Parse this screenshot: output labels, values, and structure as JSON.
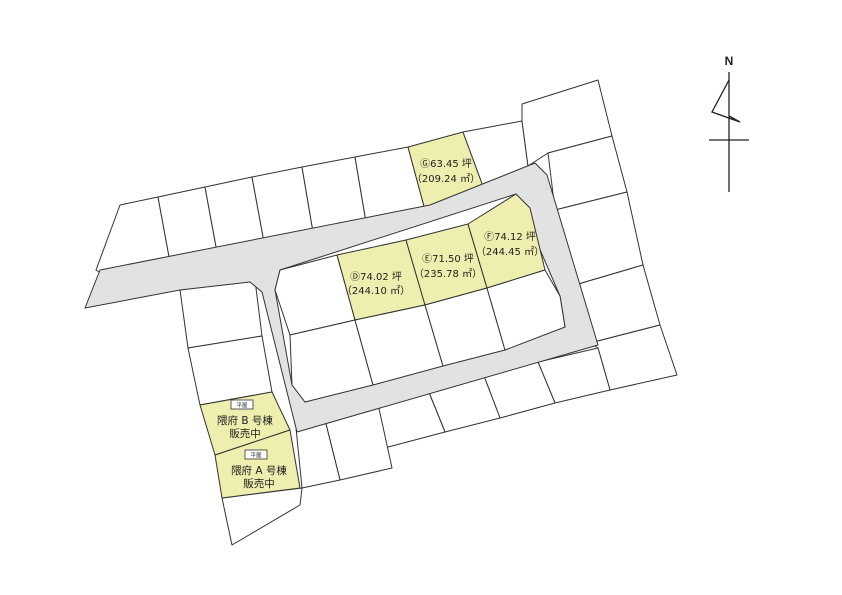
{
  "colors": {
    "highlight": "#eeeeaf",
    "road": "#e2e2e2",
    "line": "#333333"
  },
  "compass": {
    "label": "N",
    "icon": "north-arrow-icon"
  },
  "lots": {
    "G": {
      "area_tsubo": "Ⓖ63.45 坪",
      "area_sqm": "（209.24 ㎡）"
    },
    "D": {
      "area_tsubo": "Ⓓ74.02 坪",
      "area_sqm": "（244.10 ㎡）"
    },
    "E": {
      "area_tsubo": "Ⓔ71.50 坪",
      "area_sqm": "（235.78 ㎡）"
    },
    "F": {
      "area_tsubo": "Ⓕ74.12 坪",
      "area_sqm": "（244.45 ㎡）"
    },
    "B": {
      "tag": "平屋",
      "line1": "隈府 B 号棟",
      "line2": "販売中"
    },
    "A": {
      "tag": "平屋",
      "line1": "隈府 A 号棟",
      "line2": "販売中"
    }
  }
}
